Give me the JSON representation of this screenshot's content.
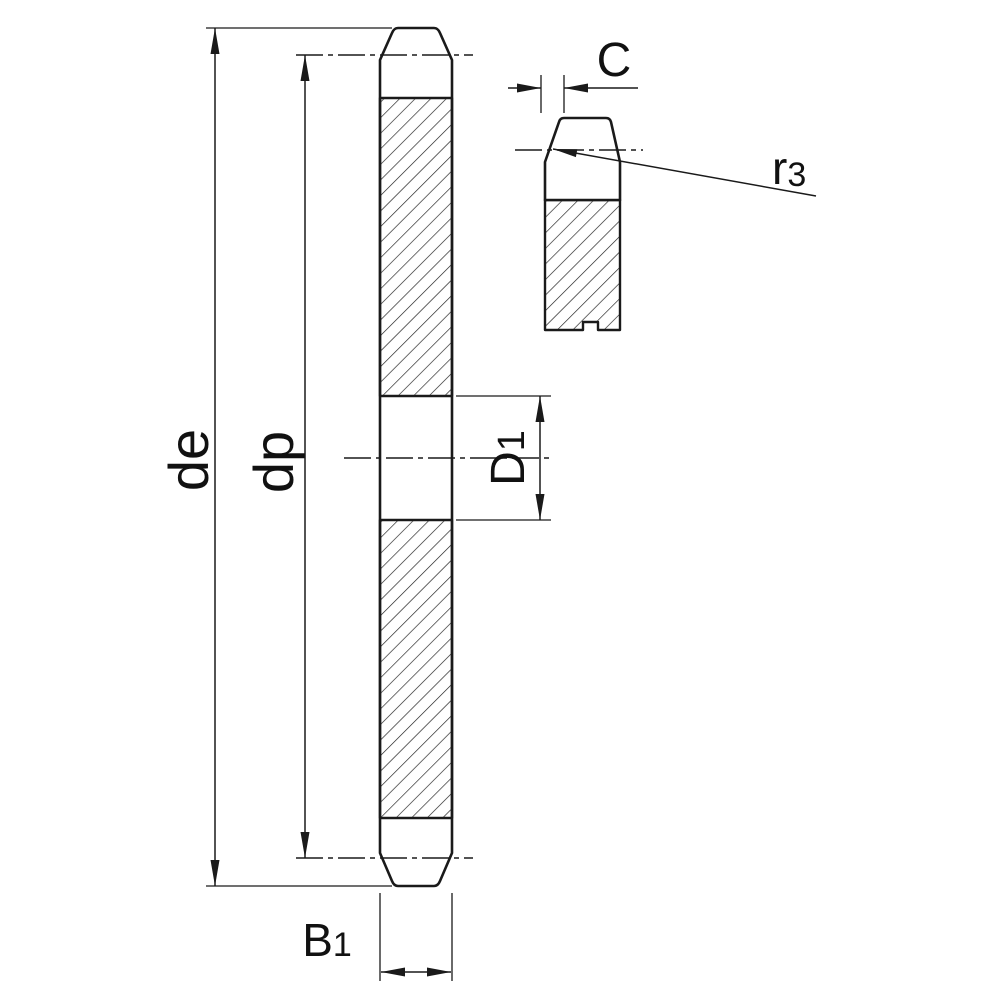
{
  "drawing": {
    "kind": "sprocket-cross-section-dimension-diagram",
    "colors": {
      "line": "#1a1a1a",
      "background": "#ffffff"
    },
    "labels": {
      "de": "de",
      "dp": "dp",
      "d1": {
        "main": "D",
        "sub": "1"
      },
      "b1": {
        "main": "B",
        "sub": "1"
      },
      "c": "C",
      "r3": {
        "main": "r",
        "sub": "3"
      }
    }
  }
}
